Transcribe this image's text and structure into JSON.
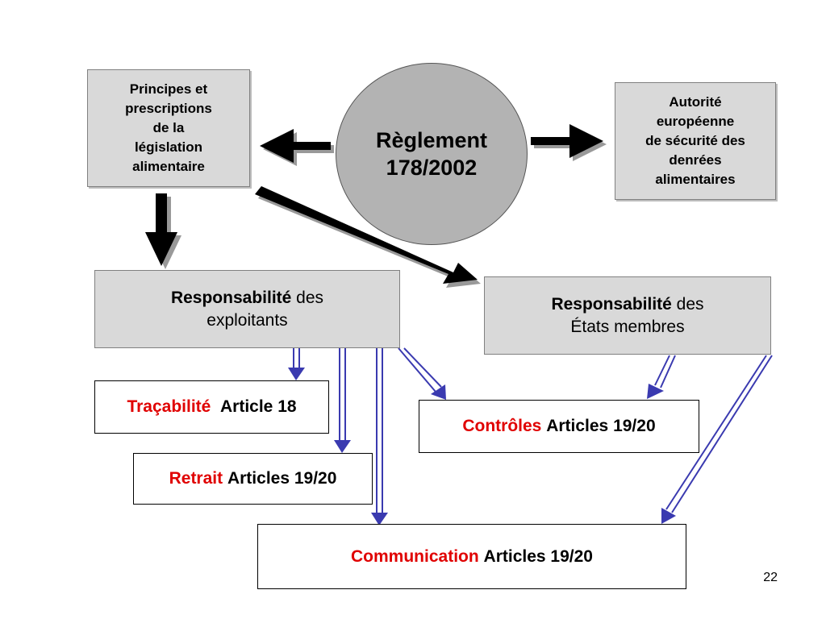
{
  "center": {
    "line1": "Règlement",
    "line2": "178/2002"
  },
  "left_box": {
    "lines": [
      "Principes et",
      "prescriptions",
      "de la",
      "législation",
      "alimentaire"
    ]
  },
  "right_box": {
    "lines": [
      "Autorité",
      "européenne",
      "de sécurité des",
      "denrées",
      "alimentaires"
    ]
  },
  "resp_exploitants": {
    "bold": "Responsabilité",
    "rest1": " des",
    "rest2": "exploitants"
  },
  "resp_etats": {
    "bold": "Responsabilité",
    "rest1": " des",
    "rest2": "États membres"
  },
  "tracabilite": {
    "key": "Traçabilité",
    "article": "Article 18"
  },
  "retrait": {
    "key": "Retrait",
    "article": "Articles 19/20"
  },
  "controles": {
    "key": "Contrôles",
    "article": "Articles 19/20"
  },
  "communication": {
    "key": "Communication",
    "article": "Articles 19/20"
  },
  "page_number": "22",
  "colors": {
    "accent_red": "#e00000",
    "arrow_blue": "#3a3ab0",
    "box_gray": "#d9d9d9",
    "circle_gray": "#b3b3b3"
  }
}
